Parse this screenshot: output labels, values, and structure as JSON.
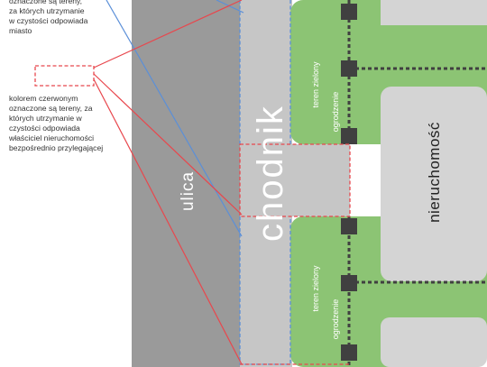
{
  "legend": {
    "blue_text": "oznaczone są tereny,\nza których utrzymanie\nw czystości odpowiada\nmiasto",
    "red_text": "kolorem czerwonym\noznaczone są tereny, za\nktórych utrzymanie w\nczystości odpowiada\nwłaściciel nieruchomości\nbezpośrednio przylegającej"
  },
  "labels": {
    "street": "ulica",
    "sidewalk": "chodnik",
    "green_top": "teren zielony",
    "green_bottom": "teren zielony",
    "fence_top": "ogrodzenie",
    "fence_bottom": "ogrodzenie",
    "property": "nieruchomość"
  },
  "colors": {
    "street": "#9a9a9a",
    "sidewalk": "#c6c6c6",
    "green": "#8cc474",
    "property": "#d4d4d4",
    "post": "#404040",
    "red_outline": "#e8474d",
    "blue_outline": "#5b8fd8"
  }
}
